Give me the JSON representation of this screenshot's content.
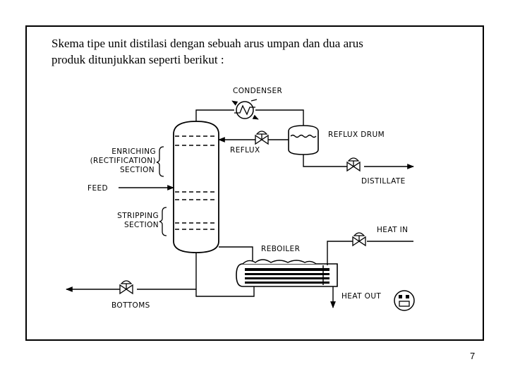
{
  "intro": {
    "line1": "Skema tipe unit distilasi dengan  sebuah arus umpan dan dua arus",
    "line2": "produk ditunjukkan seperti berikut :"
  },
  "labels": {
    "condenser": "CONDENSER",
    "reflux_drum": "REFLUX DRUM",
    "reflux": "REFLUX",
    "enriching_1": "ENRICHING",
    "enriching_2": "(RECTIFICATION)",
    "enriching_3": "SECTION",
    "feed": "FEED",
    "distillate": "DISTILLATE",
    "stripping_1": "STRIPPING",
    "stripping_2": "SECTION",
    "heat_in": "HEAT IN",
    "reboiler": "REBOILER",
    "heat_out": "HEAT OUT",
    "bottoms": "BOTTOMS"
  },
  "page_number": "7"
}
